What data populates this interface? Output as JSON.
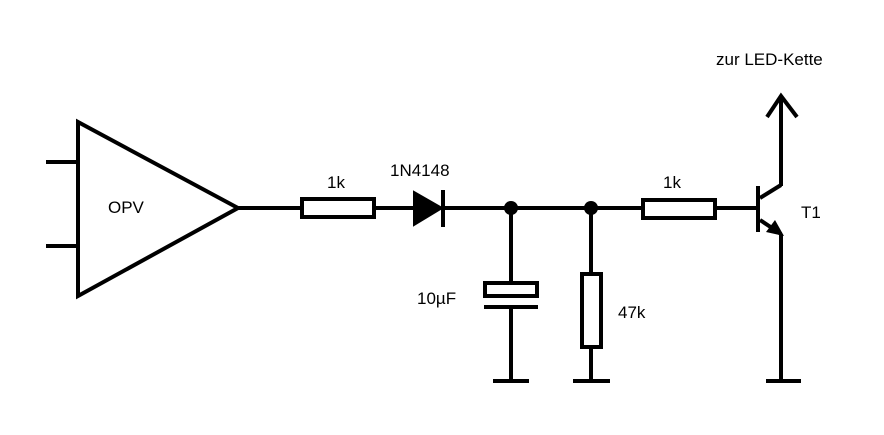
{
  "labels": {
    "opamp": "OPV",
    "r_series_1": "1k",
    "diode": "1N4148",
    "capacitor": "10µF",
    "r_shunt": "47k",
    "r_series_2": "1k",
    "transistor": "T1",
    "output": "zur LED-Kette"
  }
}
